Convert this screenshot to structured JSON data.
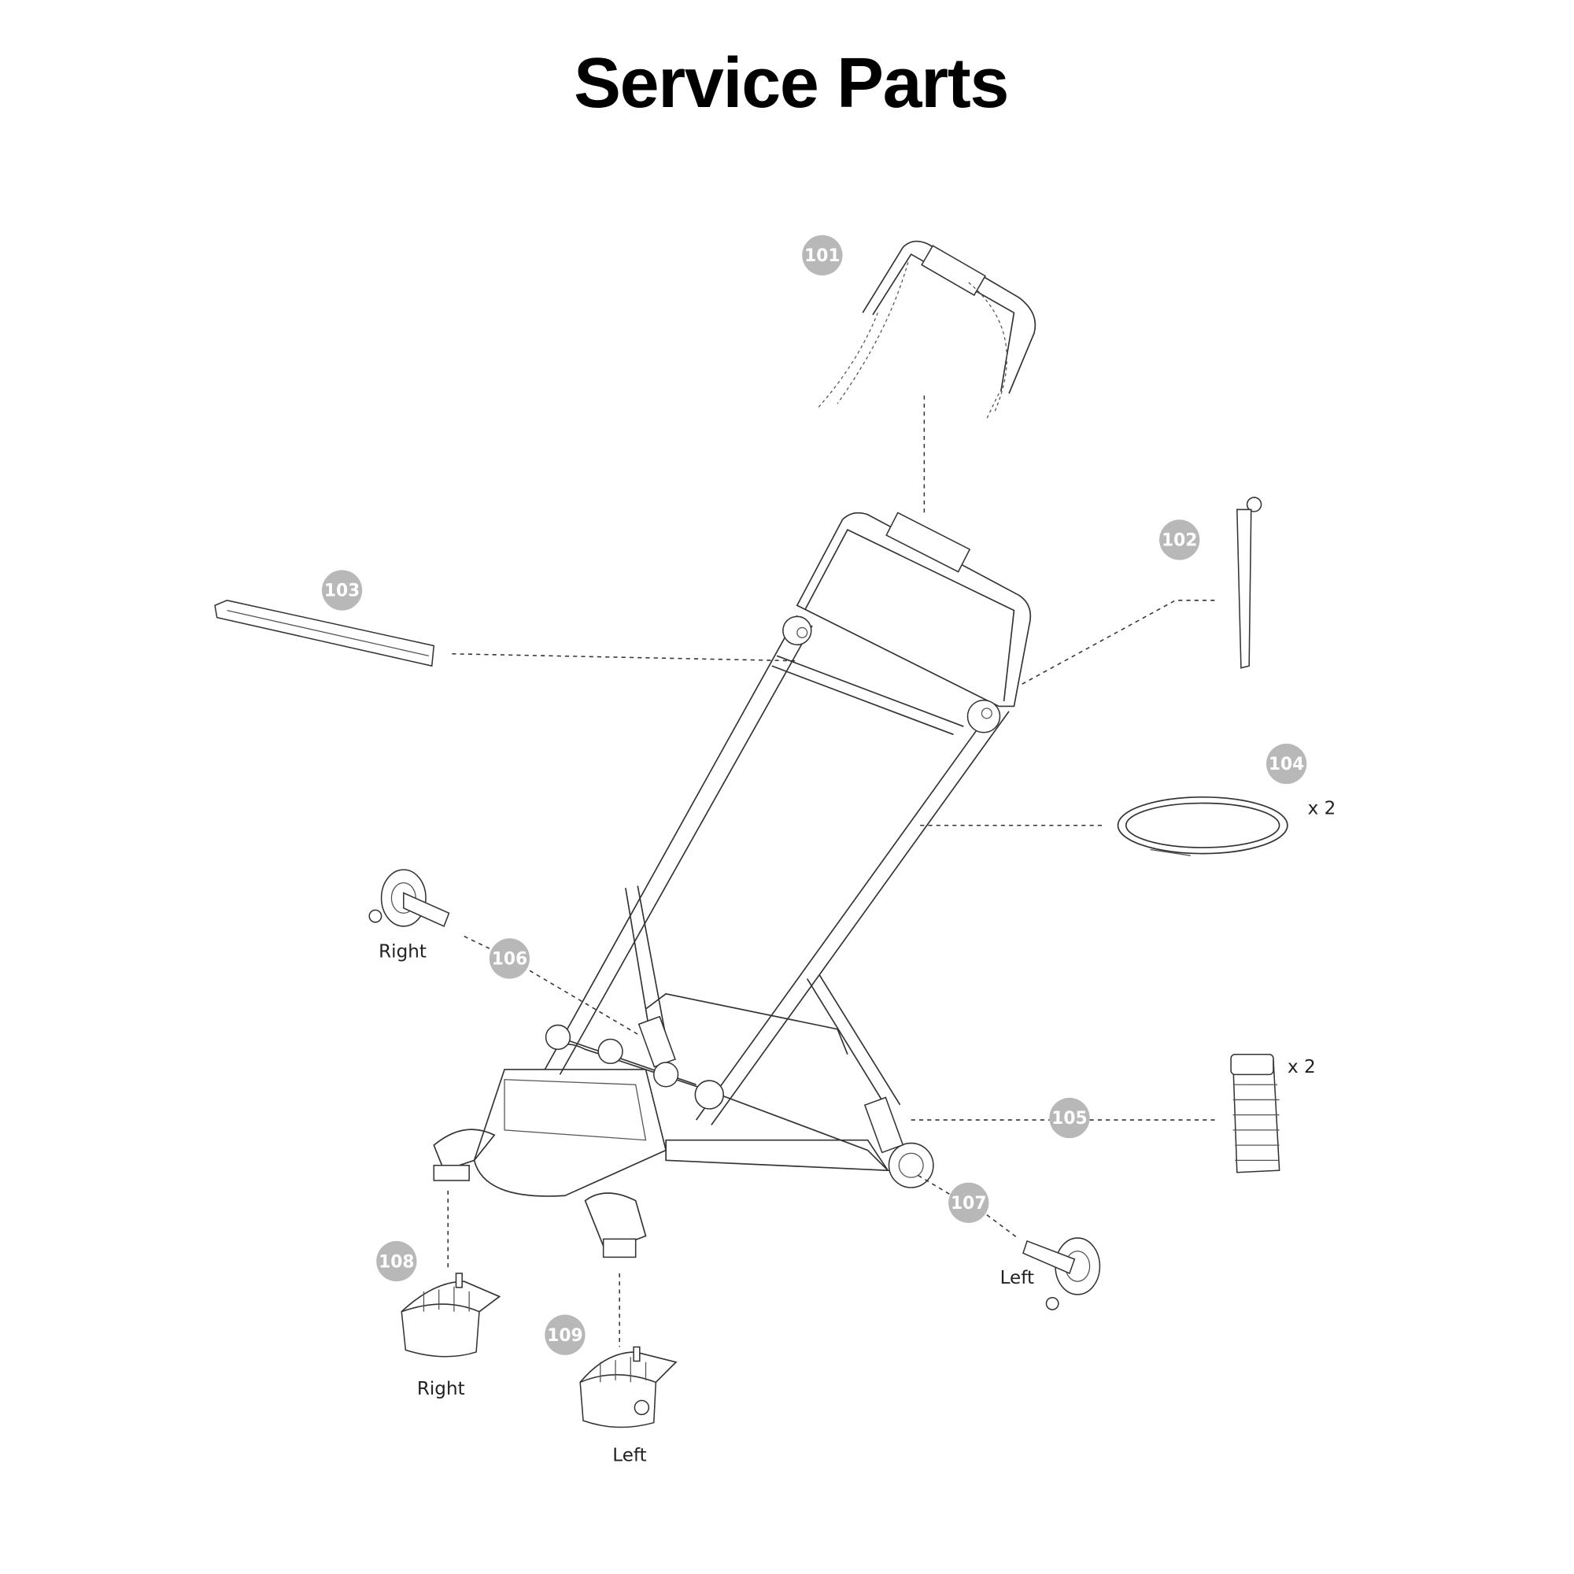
{
  "title": "Service Parts",
  "parts": [
    {
      "number": "101"
    },
    {
      "number": "102"
    },
    {
      "number": "103"
    },
    {
      "number": "104",
      "quantity": "x 2"
    },
    {
      "number": "105",
      "quantity": "x 2"
    },
    {
      "number": "106",
      "variant": "Right"
    },
    {
      "number": "107",
      "variant": "Left"
    },
    {
      "number": "108",
      "variant": "Right"
    },
    {
      "number": "109",
      "variant": "Left"
    }
  ],
  "colors": {
    "badge": "#b8b8b8",
    "line": "#333333"
  }
}
